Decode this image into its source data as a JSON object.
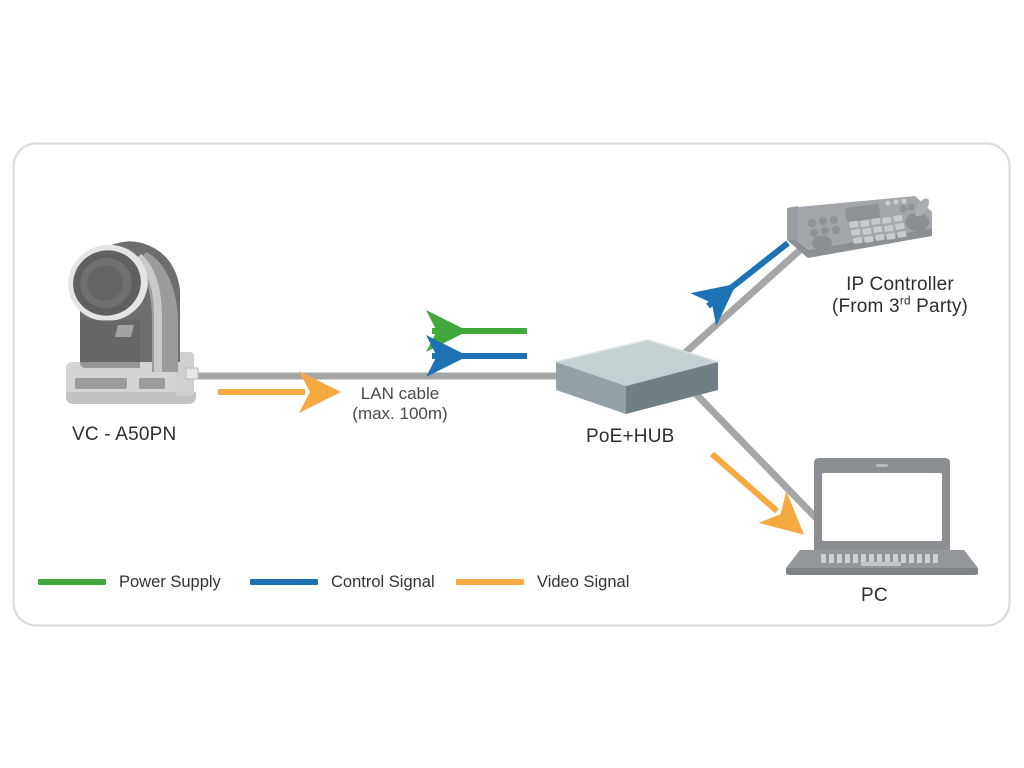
{
  "diagram": {
    "title": "VC-A50PN PoE+ network connection diagram",
    "border_color": "#dcdcdc",
    "background": "#ffffff"
  },
  "devices": [
    {
      "id": "camera",
      "label": "VC - A50PN",
      "type": "ptz-camera"
    },
    {
      "id": "hub",
      "label": "PoE+HUB",
      "type": "network-switch"
    },
    {
      "id": "controller",
      "label_line1": "IP  Controller",
      "label_line2_prefix": "(From 3",
      "label_line2_sup": "rd",
      "label_line2_suffix": " Party)",
      "type": "ip-keyboard-controller"
    },
    {
      "id": "pc",
      "label": "PC",
      "type": "laptop"
    }
  ],
  "cable": {
    "line1": "LAN cable",
    "line2": "(max. 100m)"
  },
  "legend": {
    "items": [
      {
        "label": "Power Supply",
        "color": "#41a93c"
      },
      {
        "label": "Control Signal",
        "color": "#1c72b5"
      },
      {
        "label": "Video Signal",
        "color": "#f4a941"
      }
    ]
  },
  "signals": {
    "power_color": "#41a93c",
    "control_color": "#1c72b5",
    "video_color": "#f4a941",
    "cable_color": "#a6a6a6"
  },
  "palette": {
    "hub_top": "#c5d0d3",
    "hub_front": "#93a2a6",
    "hub_side": "#6f7f84",
    "camera_body_dark": "#6e6e6e",
    "camera_body_mid": "#8c8c8c",
    "camera_base_light": "#d4d4d4",
    "device_gray": "#939699",
    "device_gray_dark": "#7d8084"
  }
}
